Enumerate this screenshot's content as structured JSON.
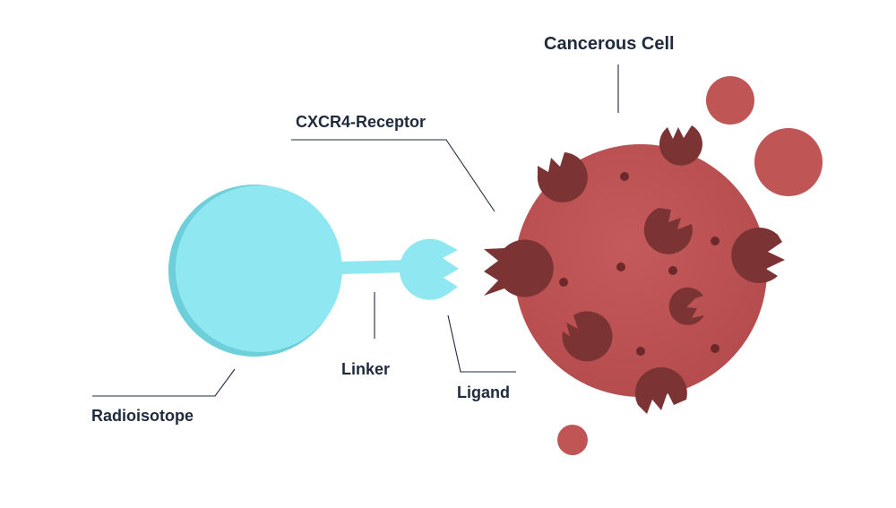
{
  "labels": {
    "cancerous_cell": "Cancerous Cell",
    "receptor": "CXCR4-Receptor",
    "linker": "Linker",
    "ligand": "Ligand",
    "radioisotope": "Radioisotope"
  },
  "colors": {
    "cell": "#c05556",
    "receptor": "#7b3334",
    "nucleus_dot": "#6e2829",
    "radioisotope": "#8fe8f1",
    "radioisotope_shadow": "#6ccfd9",
    "text": "#1f2a3d"
  }
}
